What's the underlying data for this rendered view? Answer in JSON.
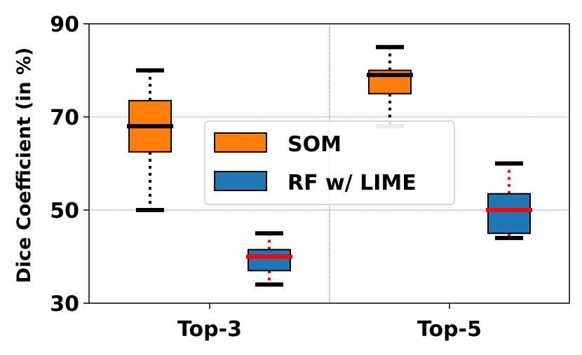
{
  "chart_data": {
    "type": "box",
    "ylabel": "Dice Coefficient (in %)",
    "xlabel": "",
    "ylim": [
      30,
      90
    ],
    "yticks": [
      30,
      50,
      70,
      90
    ],
    "categories": [
      "Top-3",
      "Top-5"
    ],
    "grid": true,
    "grid_color": "#0000ff",
    "legend_position": "center",
    "series": [
      {
        "name": "SOM",
        "color": "#ff7f0e",
        "median_color": "#000000",
        "whisker_color": "#000000",
        "boxes": [
          {
            "category": "Top-3",
            "whislo": 50,
            "q1": 62.5,
            "median": 68,
            "q3": 73.5,
            "whishi": 80
          },
          {
            "category": "Top-5",
            "whislo": 68,
            "q1": 75,
            "median": 79,
            "q3": 80,
            "whishi": 85,
            "low_cap_color": "#888888"
          }
        ]
      },
      {
        "name": "RF w/ LIME",
        "color": "#1f77b4",
        "median_color": "#ff0000",
        "whisker_color": "#ff0000",
        "cap_color": "#000000",
        "boxes": [
          {
            "category": "Top-3",
            "whislo": 34,
            "q1": 37,
            "median": 40,
            "q3": 41.5,
            "whishi": 45
          },
          {
            "category": "Top-5",
            "whislo": 44,
            "q1": 45,
            "median": 50,
            "q3": 53.5,
            "whishi": 60
          }
        ]
      }
    ]
  }
}
